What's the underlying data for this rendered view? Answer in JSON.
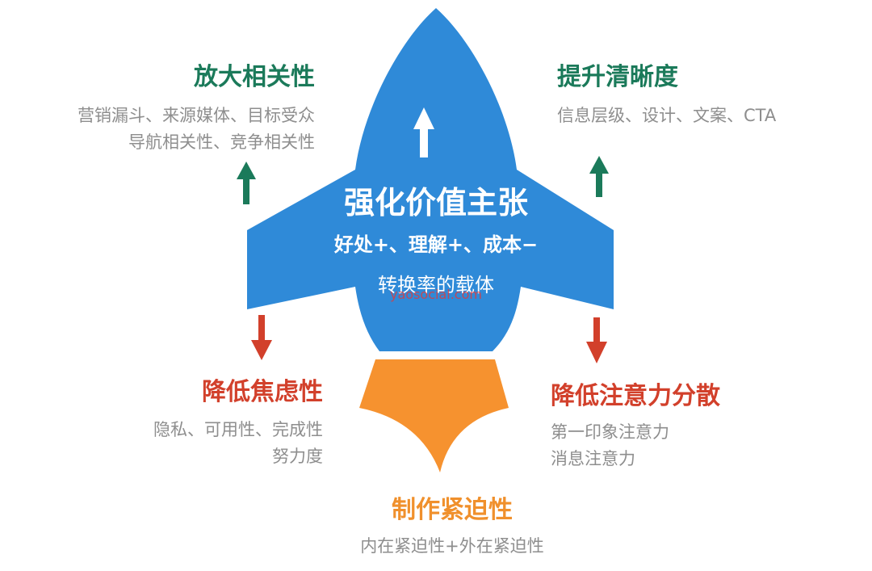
{
  "colors": {
    "rocket_body": "#2f8ad8",
    "flame": "#f6922f",
    "green": "#1b7a5a",
    "red": "#d2402b",
    "orange": "#f0902c",
    "grey": "#8e8e8e"
  },
  "rocket": {
    "title": "强化价值主张",
    "line1": "好处+、理解+、成本−",
    "line2": "转换率的载体",
    "watermark": "yaosocial.com"
  },
  "top_left": {
    "title": "放大相关性",
    "line1": "营销漏斗、来源媒体、目标受众",
    "line2": "导航相关性、竞争相关性",
    "arrow": "up"
  },
  "top_right": {
    "title": "提升清晰度",
    "line1": "信息层级、设计、文案、CTA",
    "arrow": "up"
  },
  "bottom_left": {
    "title": "降低焦虑性",
    "line1": "隐私、可用性、完成性",
    "line2": "努力度",
    "arrow": "down"
  },
  "bottom_right": {
    "title": "降低注意力分散",
    "line1": "第一印象注意力",
    "line2": "消息注意力",
    "arrow": "down"
  },
  "bottom_center": {
    "title": "制作紧迫性",
    "line1": "内在紧迫性+外在紧迫性"
  }
}
